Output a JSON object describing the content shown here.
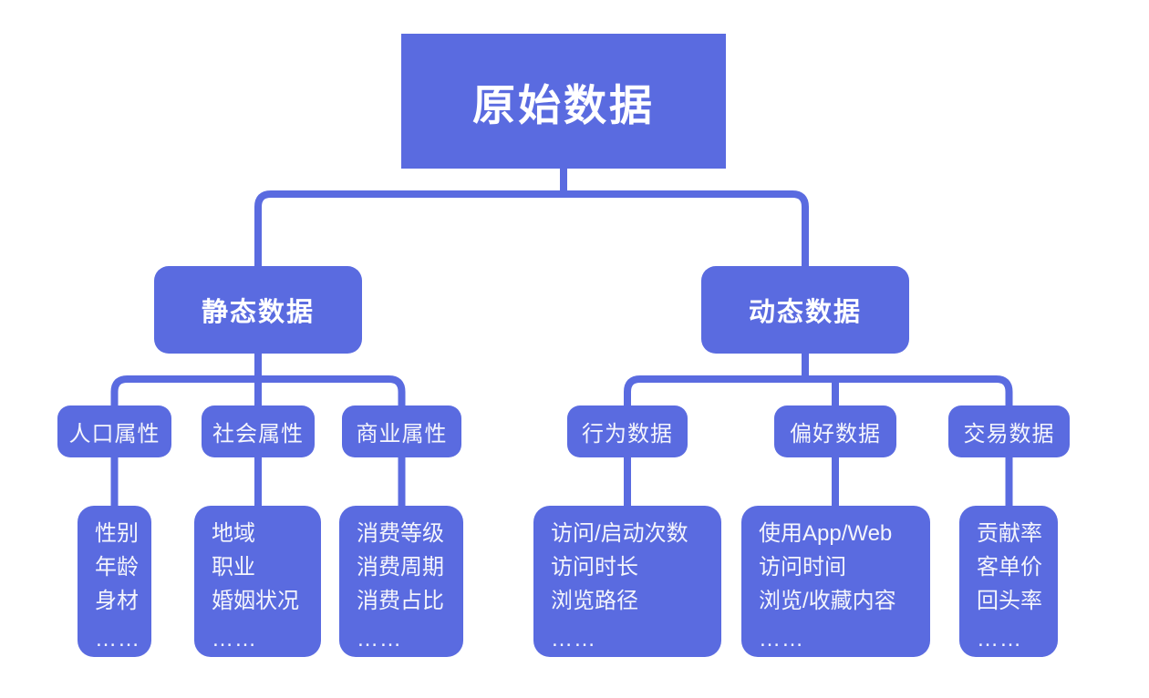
{
  "diagram": {
    "type": "tree",
    "colors": {
      "node_fill": "#5a6be0",
      "node_text": "#ffffff",
      "background": "#ffffff"
    },
    "root": {
      "label": "原始数据"
    },
    "branches": [
      {
        "label": "静态数据",
        "children": [
          {
            "label": "人口属性",
            "items": [
              "性别",
              "年龄",
              "身材",
              "……"
            ]
          },
          {
            "label": "社会属性",
            "items": [
              "地域",
              "职业",
              "婚姻状况",
              "……"
            ]
          },
          {
            "label": "商业属性",
            "items": [
              "消费等级",
              "消费周期",
              "消费占比",
              "……"
            ]
          }
        ]
      },
      {
        "label": "动态数据",
        "children": [
          {
            "label": "行为数据",
            "items": [
              "访问/启动次数",
              "访问时长",
              "浏览路径",
              "……"
            ]
          },
          {
            "label": "偏好数据",
            "items": [
              "使用App/Web",
              "访问时间",
              "浏览/收藏内容",
              "……"
            ]
          },
          {
            "label": "交易数据",
            "items": [
              "贡献率",
              "客单价",
              "回头率",
              "……"
            ]
          }
        ]
      }
    ]
  }
}
